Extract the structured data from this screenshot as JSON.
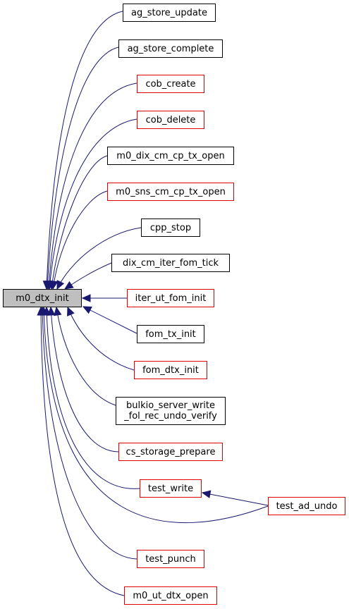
{
  "graph": {
    "root": {
      "id": "root",
      "label": "m0_dtx_init"
    },
    "colors": {
      "edge": "#191970",
      "normal_border": "#000000",
      "truncated_border": "#e00000",
      "root_fill": "#bfbfbf"
    },
    "nodes": [
      {
        "id": "n0",
        "lines": [
          "ag_store_update"
        ],
        "border": "black"
      },
      {
        "id": "n1",
        "lines": [
          "ag_store_complete"
        ],
        "border": "black"
      },
      {
        "id": "n2",
        "lines": [
          "cob_create"
        ],
        "border": "red"
      },
      {
        "id": "n3",
        "lines": [
          "cob_delete"
        ],
        "border": "red"
      },
      {
        "id": "n4",
        "lines": [
          "m0_dix_cm_cp_tx_open"
        ],
        "border": "black"
      },
      {
        "id": "n5",
        "lines": [
          "m0_sns_cm_cp_tx_open"
        ],
        "border": "red"
      },
      {
        "id": "n6",
        "lines": [
          "cpp_stop"
        ],
        "border": "black"
      },
      {
        "id": "n7",
        "lines": [
          "dix_cm_iter_fom_tick"
        ],
        "border": "black"
      },
      {
        "id": "n8",
        "lines": [
          "iter_ut_fom_init"
        ],
        "border": "red"
      },
      {
        "id": "n9",
        "lines": [
          "fom_tx_init"
        ],
        "border": "black"
      },
      {
        "id": "n10",
        "lines": [
          "fom_dtx_init"
        ],
        "border": "red"
      },
      {
        "id": "n11",
        "lines": [
          "bulkio_server_write",
          "_fol_rec_undo_verify"
        ],
        "border": "black"
      },
      {
        "id": "n12",
        "lines": [
          "cs_storage_prepare"
        ],
        "border": "red"
      },
      {
        "id": "n13",
        "lines": [
          "test_write"
        ],
        "border": "red"
      },
      {
        "id": "n14",
        "lines": [
          "test_ad_undo"
        ],
        "border": "red"
      },
      {
        "id": "n15",
        "lines": [
          "test_punch"
        ],
        "border": "red"
      },
      {
        "id": "n16",
        "lines": [
          "m0_ut_dtx_open"
        ],
        "border": "red"
      }
    ],
    "edges": [
      {
        "from": "n0",
        "to": "root"
      },
      {
        "from": "n1",
        "to": "root"
      },
      {
        "from": "n2",
        "to": "root"
      },
      {
        "from": "n3",
        "to": "root"
      },
      {
        "from": "n4",
        "to": "root"
      },
      {
        "from": "n5",
        "to": "root"
      },
      {
        "from": "n6",
        "to": "root"
      },
      {
        "from": "n7",
        "to": "root"
      },
      {
        "from": "n8",
        "to": "root"
      },
      {
        "from": "n9",
        "to": "root"
      },
      {
        "from": "n10",
        "to": "root"
      },
      {
        "from": "n11",
        "to": "root"
      },
      {
        "from": "n12",
        "to": "root"
      },
      {
        "from": "n13",
        "to": "root"
      },
      {
        "from": "n14",
        "to": "root"
      },
      {
        "from": "n15",
        "to": "root"
      },
      {
        "from": "n16",
        "to": "root"
      },
      {
        "from": "n14",
        "to": "n13"
      }
    ]
  }
}
